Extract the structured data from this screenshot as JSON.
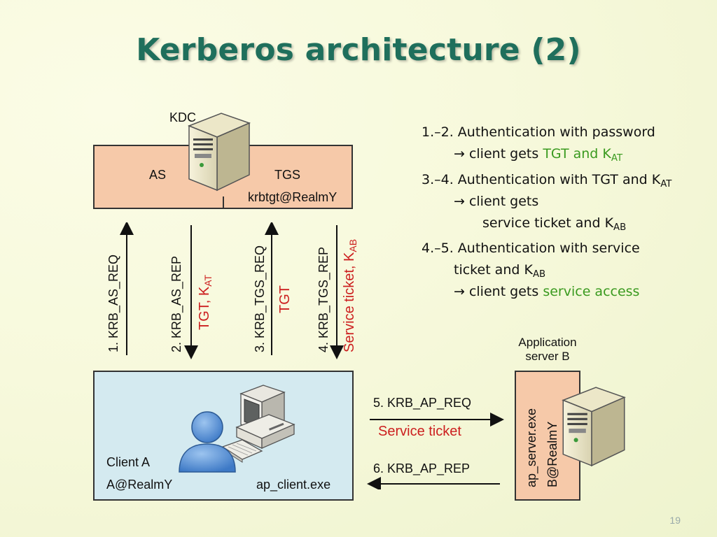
{
  "title": "Kerberos architecture (2)",
  "kdc": {
    "label": "KDC",
    "as": "AS",
    "tgs": "TGS",
    "principal": "krbtgt@RealmY"
  },
  "client": {
    "name": "Client A",
    "principal": "A@RealmY",
    "exe": "ap_client.exe"
  },
  "app_server": {
    "label_line1": "Application",
    "label_line2": "server B",
    "exe": "ap_server.exe",
    "principal": "B@RealmY"
  },
  "messages": {
    "m1": "1. KRB_AS_REQ",
    "m2": "2. KRB_AS_REP",
    "m2_payload": "TGT, K",
    "m2_payload_sub": "AT",
    "m3": "3. KRB_TGS_REQ",
    "m3_payload": "TGT",
    "m4": "4. KRB_TGS_REP",
    "m4_payload": "Service ticket, K",
    "m4_payload_sub": "AB",
    "m5": "5. KRB_AP_REQ",
    "m5_payload": "Service ticket",
    "m6": "6. KRB_AP_REP"
  },
  "notes": {
    "n1_line1": "1.–2. Authentication with password",
    "n1_line2_prefix": "→ client gets ",
    "n1_line2_hl": "TGT and K",
    "n1_line2_sub": "AT",
    "n2_line1": "3.–4. Authentication with TGT and K",
    "n2_line1_sub": "AT",
    "n2_line2": "→ client gets",
    "n2_line3_hl": "service ticket and K",
    "n2_line3_sub": "AB",
    "n3_line1": "4.–5. Authentication with service",
    "n3_line2": "ticket and K",
    "n3_line2_sub": "AB",
    "n3_line3_prefix": "→ client gets ",
    "n3_line3_hl": "service access"
  },
  "page_number": "19",
  "colors": {
    "title": "#1f6f5c",
    "highlight_red": "#cc1f1f",
    "highlight_green": "#3a9a1f",
    "kdc_fill": "#f6c9a9",
    "client_fill": "#d4eaf0"
  },
  "icons": [
    "kdc-server-icon",
    "app-server-icon",
    "user-icon",
    "computer-icon"
  ]
}
